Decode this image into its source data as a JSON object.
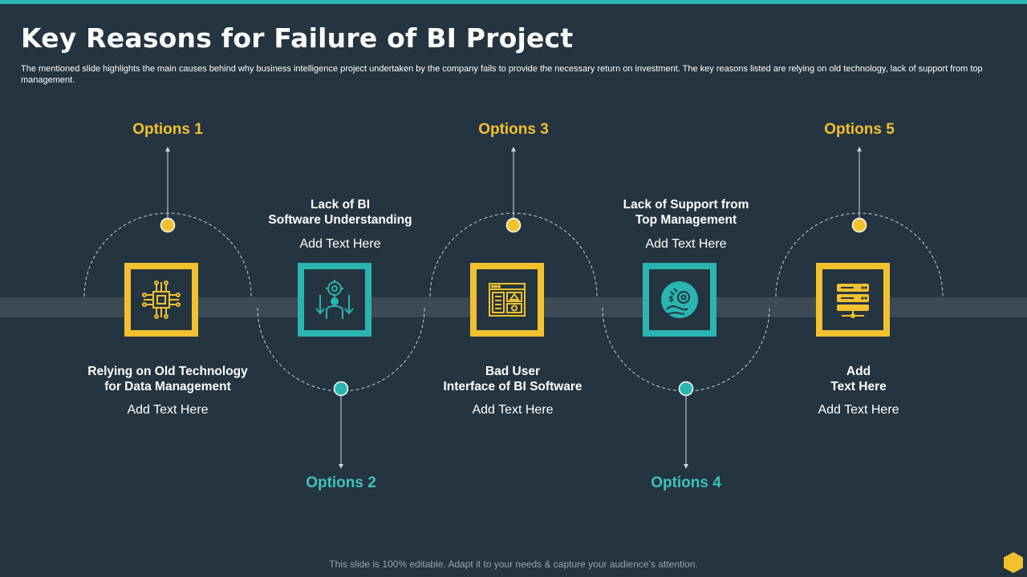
{
  "title": "Key Reasons for Failure of BI Project",
  "subtitle": "The mentioned slide highlights the main causes behind why business intelligence project undertaken by the company fails to provide the necessary return on investment. The key reasons listed are relying on old technology, lack of support from top management.",
  "colors": {
    "background": "#243440",
    "yellow": "#f2c12e",
    "teal": "#2bb5b0",
    "band": "#3b4a54"
  },
  "steps": [
    {
      "option": "Options 1",
      "heading_line1": "Relying on Old Technology",
      "heading_line2": "for Data Management",
      "text": "Add Text Here",
      "icon": "circuit-chip-icon",
      "color": "yellow"
    },
    {
      "option": "Options 2",
      "heading_line1": "Lack of BI",
      "heading_line2": "Software Understanding",
      "text": "Add Text Here",
      "icon": "person-gear-icon",
      "color": "teal"
    },
    {
      "option": "Options 3",
      "heading_line1": "Bad User",
      "heading_line2": "Interface of BI Software",
      "text": "Add Text Here",
      "icon": "dashboard-window-icon",
      "color": "yellow"
    },
    {
      "option": "Options 4",
      "heading_line1": "Lack of Support from",
      "heading_line2": "Top Management",
      "text": "Add Text Here",
      "icon": "money-hand-icon",
      "color": "teal"
    },
    {
      "option": "Options 5",
      "heading_line1": "Add",
      "heading_line2": "Text Here",
      "text": "Add Text Here",
      "icon": "server-icon",
      "color": "yellow"
    }
  ],
  "footer": "This slide is 100% editable. Adapt it to your needs & capture your audience’s attention."
}
